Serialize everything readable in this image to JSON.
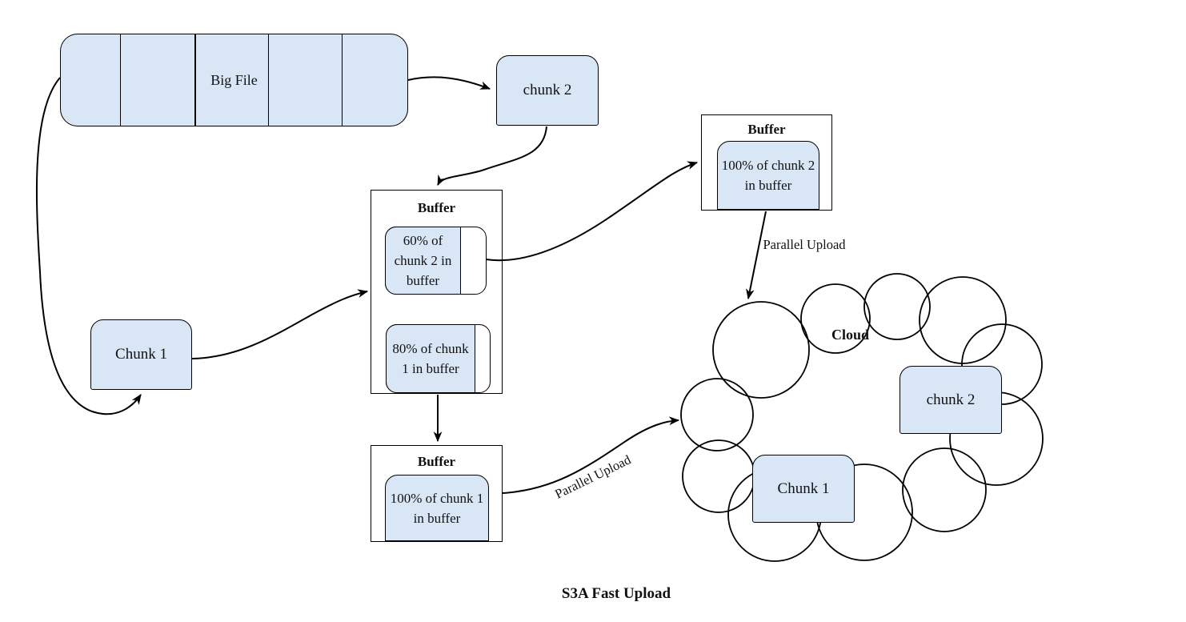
{
  "diagram_title": "S3A Fast Upload",
  "big_file": {
    "label": "Big File",
    "segment_count": 5
  },
  "source_chunks": {
    "chunk2": "chunk 2",
    "chunk1": "Chunk 1"
  },
  "central_buffer": {
    "title": "Buffer",
    "items": [
      {
        "label": "60% of chunk 2 in buffer",
        "percent": 60
      },
      {
        "label": "80% of chunk 1 in buffer",
        "percent": 80
      }
    ]
  },
  "chunk2_buffer": {
    "title": "Buffer",
    "item": {
      "label": "100% of chunk 2 in buffer",
      "percent": 100
    }
  },
  "chunk1_buffer": {
    "title": "Buffer",
    "item": {
      "label": "100% of chunk 1 in buffer",
      "percent": 100
    }
  },
  "cloud": {
    "label": "Cloud",
    "chunk1": "Chunk 1",
    "chunk2": "chunk 2"
  },
  "annotations": {
    "parallel_upload_top": "Parallel Upload",
    "parallel_upload_bottom": "Parallel Upload"
  },
  "colors": {
    "node_fill": "#d9e6f5",
    "stroke": "#000000",
    "background": "#ffffff"
  }
}
